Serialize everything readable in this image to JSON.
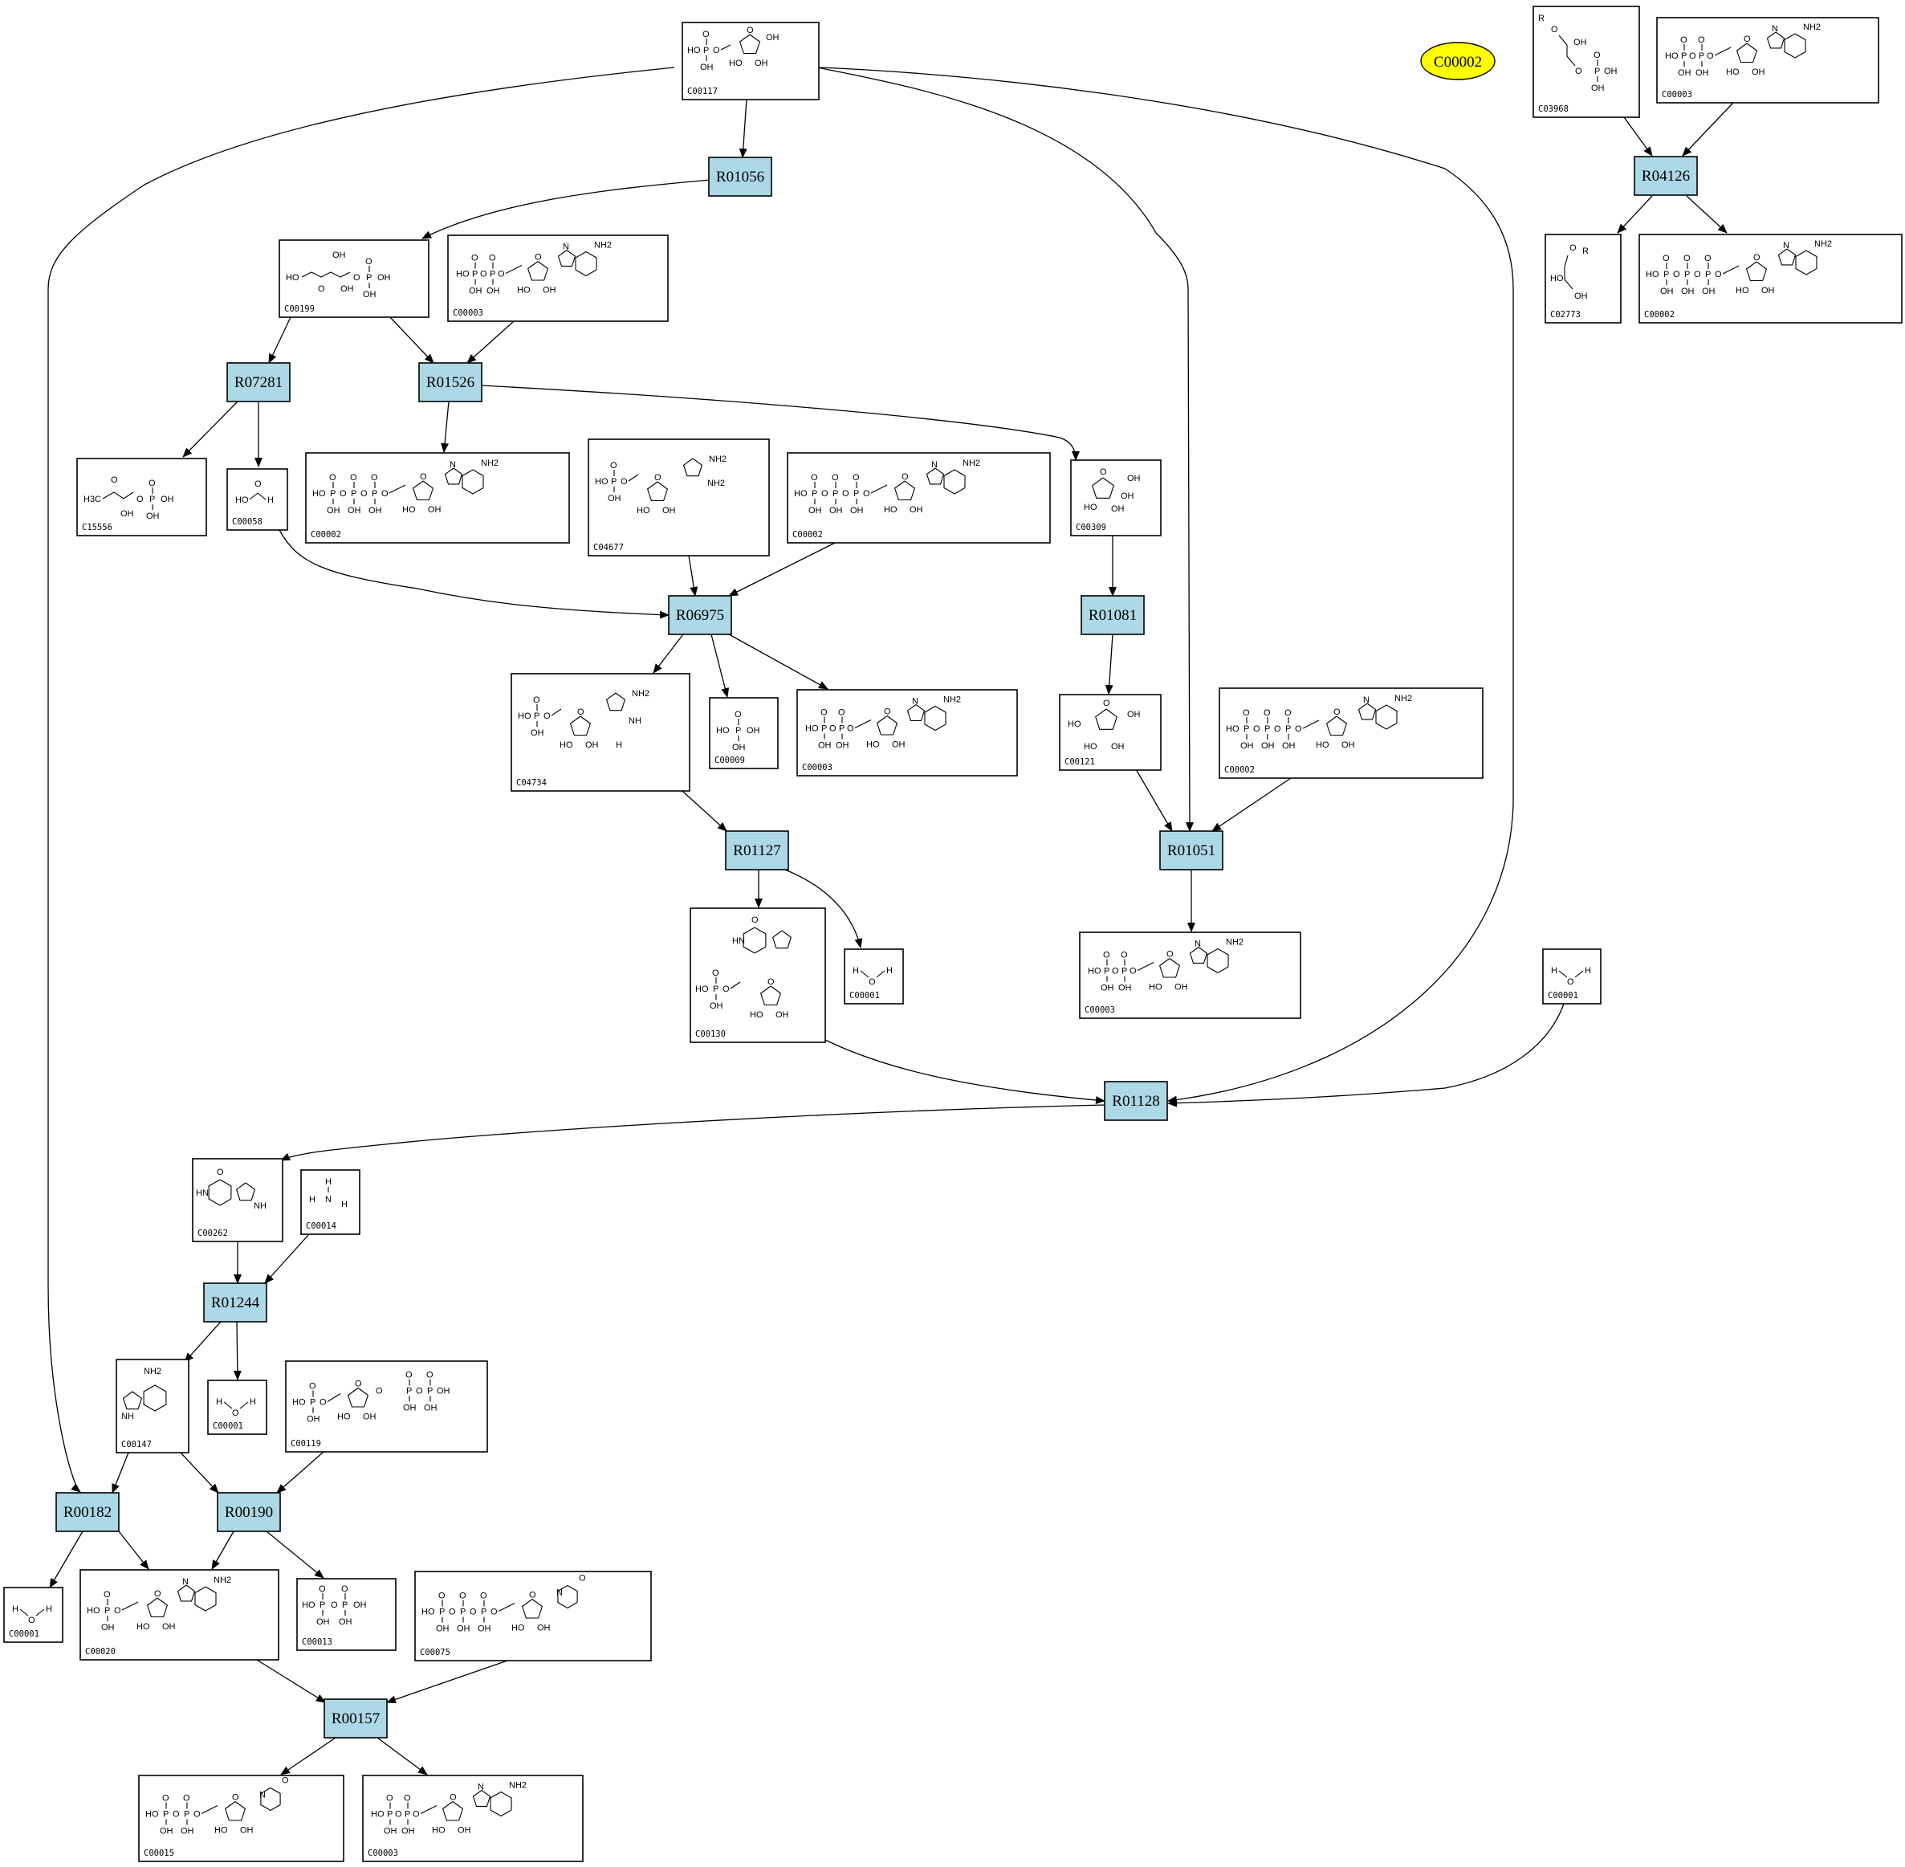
{
  "highlight": {
    "label": "C00002",
    "color": "#ffff00"
  },
  "colors": {
    "reaction_fill": "#add8e6",
    "compound_fill": "#ffffff",
    "edge": "#000000"
  },
  "reactions": [
    "R01056",
    "R04126",
    "R07281",
    "R01526",
    "R06975",
    "R01081",
    "R01127",
    "R01051",
    "R01128",
    "R01244",
    "R00182",
    "R00190",
    "R00157"
  ],
  "compounds": [
    "C00117",
    "C03968",
    "C00003",
    "C02773",
    "C00002",
    "C00199",
    "C15556",
    "C00058",
    "C04677",
    "C00309",
    "C04734",
    "C00009",
    "C00121",
    "C00130",
    "C00001",
    "C00262",
    "C00014",
    "C00147",
    "C00119",
    "C00020",
    "C00013",
    "C00075",
    "C00015"
  ],
  "structure_atoms": {
    "oh": "OH",
    "ho": "HO",
    "p": "P",
    "o": "O",
    "nh2": "NH2",
    "n": "N",
    "nh": "NH",
    "h": "H",
    "r": "R",
    "ch3": "H3C",
    "hn": "HN"
  }
}
